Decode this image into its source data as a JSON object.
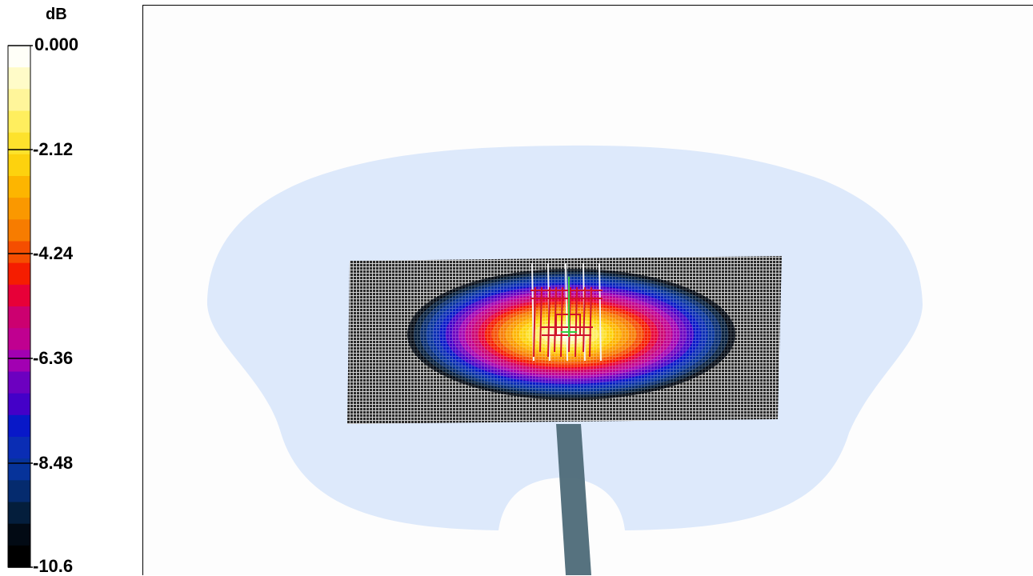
{
  "legend": {
    "unit": "dB",
    "tick_labels": [
      "0.000",
      "-2.12",
      "-4.24",
      "-6.36",
      "-8.48",
      "-10.6"
    ],
    "colors": [
      "#fffff8",
      "#fffbc8",
      "#fff59a",
      "#ffee5e",
      "#fde22c",
      "#fdd20e",
      "#fdb500",
      "#fa9800",
      "#f77c00",
      "#f54e00",
      "#f51d00",
      "#e70038",
      "#cc0070",
      "#c00090",
      "#a200b2",
      "#6c00c0",
      "#4400c8",
      "#0818c8",
      "#0a2db4",
      "#06339a",
      "#052b6e",
      "#041e3c",
      "#020a14",
      "#000000"
    ]
  },
  "scene": {
    "colors": {
      "background": "#fdfdfd",
      "phantom": "#dde9fb",
      "grid_plane": "#2a2a2a",
      "grid_lines": "#ffffff",
      "stand": "#4d6a78",
      "device_red": "#d0142a",
      "device_white": "#f4f4f4",
      "device_green": "#30d040"
    }
  }
}
